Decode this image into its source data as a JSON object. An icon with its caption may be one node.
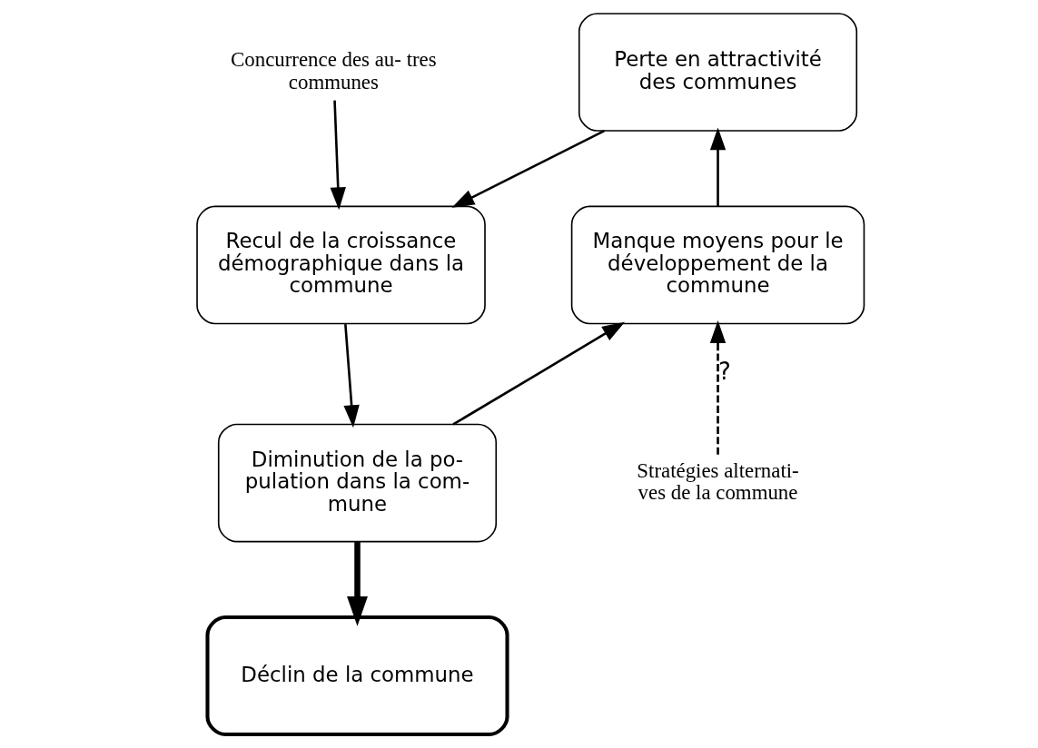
{
  "diagram": {
    "nodes": [
      {
        "text": [
          "Perte en attractivité des communes"
        ]
      },
      {
        "text": [
          "Concurrence des au- tres communes"
        ]
      },
      {
        "text": [
          "Manque moyens pour le développement de la commune"
        ]
      },
      {
        "text": [
          "Recul de la croissance démographique dans la commune"
        ]
      },
      {
        "text": [
          "Diminution de la po- pulation dans la com- mune"
        ]
      },
      {
        "text": [
          "Stratégies alternati- ves de la commune"
        ]
      },
      {
        "text": [
          "Déclin de la commune"
        ]
      }
    ],
    "edges": [
      {
        "from": 0,
        "to": 3,
        "arrow": "to"
      },
      {
        "from": 1,
        "to": 3,
        "arrow": "to"
      },
      {
        "from": 3,
        "to": 4,
        "arrow": "to"
      },
      {
        "from": 4,
        "to": 2,
        "arrow": "to"
      },
      {
        "from": 2,
        "to": 0,
        "arrow": "to"
      },
      {
        "from": 5,
        "to": 2,
        "arrow": "to",
        "style": "dashed",
        "label": "?"
      },
      {
        "from": 4,
        "to": 6,
        "arrow": "to",
        "style": "thick"
      }
    ]
  }
}
